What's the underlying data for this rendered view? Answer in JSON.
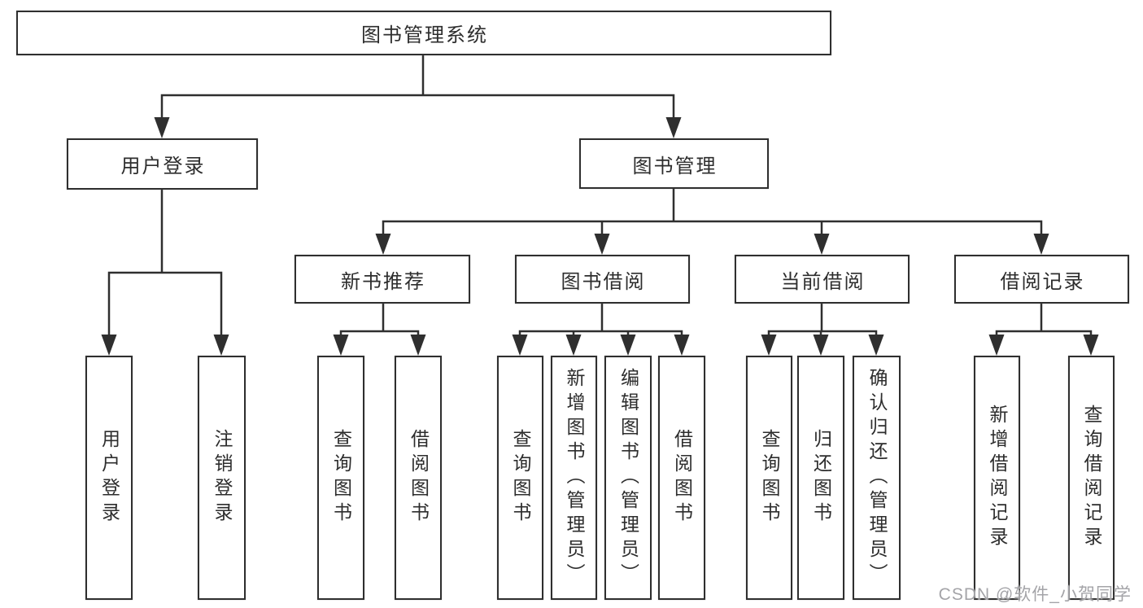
{
  "diagram": {
    "root": {
      "label": "图书管理系统"
    },
    "branches": [
      {
        "label": "用户登录",
        "children": [
          {
            "label": "用户登录"
          },
          {
            "label": "注销登录"
          }
        ]
      },
      {
        "label": "图书管理",
        "children": [
          {
            "label": "新书推荐",
            "children": [
              {
                "label": "查询图书"
              },
              {
                "label": "借阅图书"
              }
            ]
          },
          {
            "label": "图书借阅",
            "children": [
              {
                "label": "查询图书"
              },
              {
                "label": "新增图书（管理员）"
              },
              {
                "label": "编辑图书（管理员）"
              },
              {
                "label": "借阅图书"
              }
            ]
          },
          {
            "label": "当前借阅",
            "children": [
              {
                "label": "查询图书"
              },
              {
                "label": "归还图书"
              },
              {
                "label": "确认归还（管理员）"
              }
            ]
          },
          {
            "label": "借阅记录",
            "children": [
              {
                "label": "新增借阅记录"
              },
              {
                "label": "查询借阅记录"
              }
            ]
          }
        ]
      }
    ],
    "watermark": "CSDN @软件_小贺同学",
    "colors": {
      "line": "#2f2f2f",
      "text": "#2d2d2d",
      "background": "#ffffff",
      "watermark": "#a4a4a8"
    }
  }
}
